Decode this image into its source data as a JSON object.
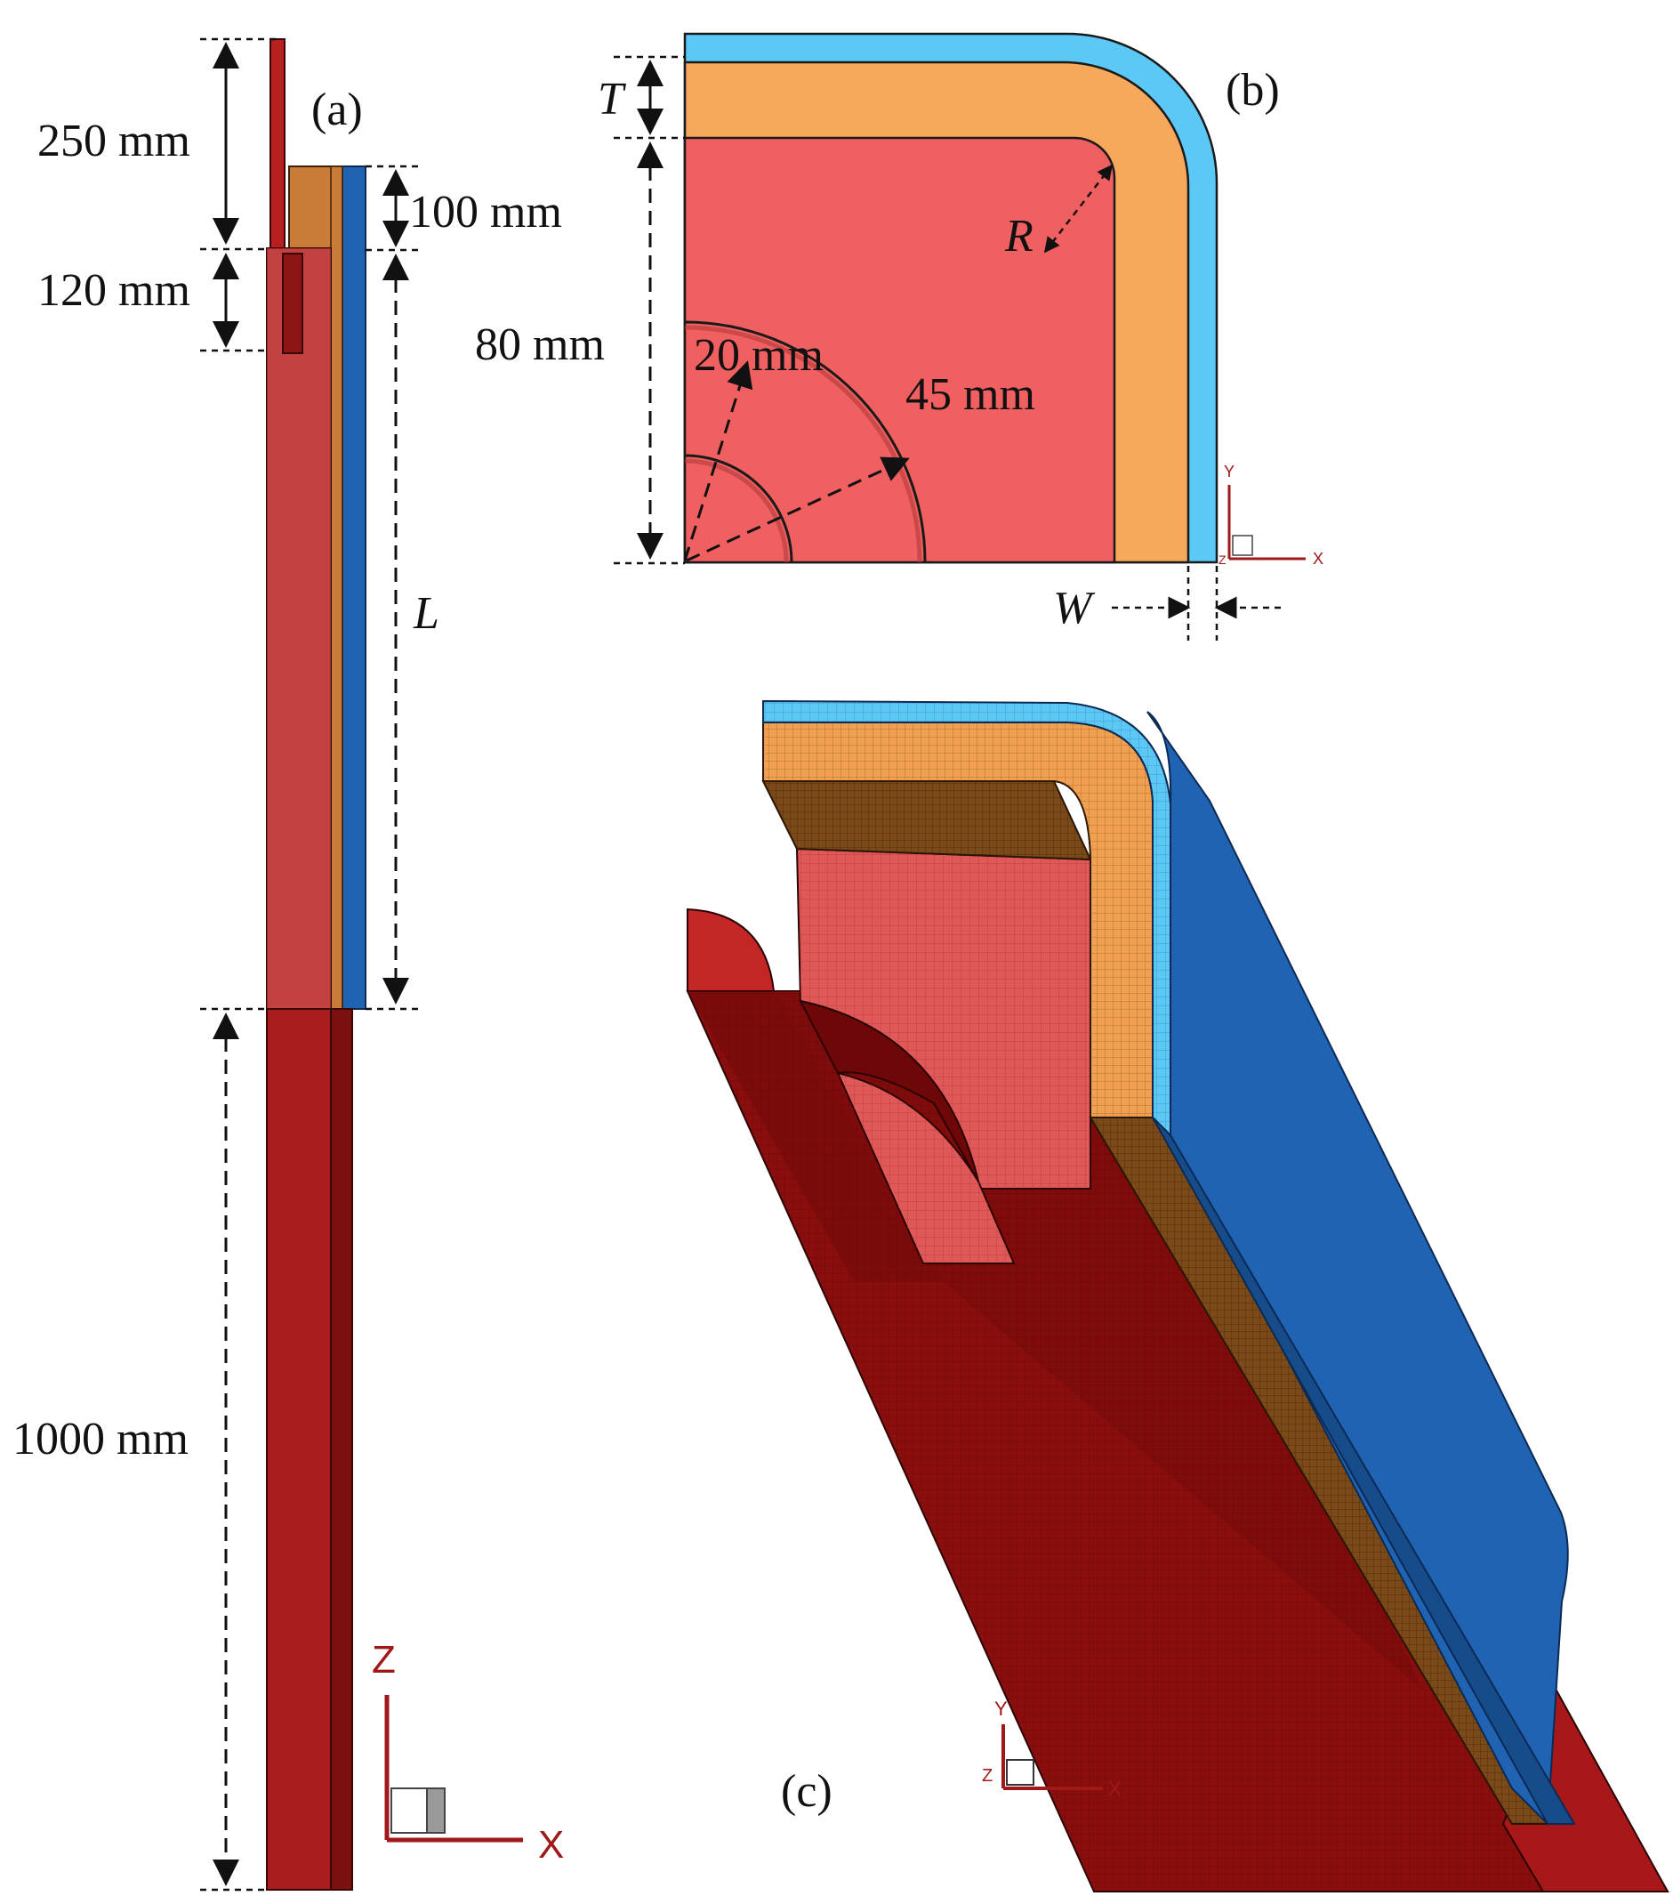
{
  "panel_a": {
    "tag": "(a)",
    "dims": {
      "d250": "250 mm",
      "d100": "100 mm",
      "d120": "120 mm",
      "L": "L",
      "d1000": "1000 mm"
    },
    "axes": {
      "z": "Z",
      "x": "X"
    }
  },
  "panel_b": {
    "tag": "(b)",
    "dims": {
      "T": "T",
      "d80": "80 mm",
      "d20": "20 mm",
      "d45": "45 mm",
      "R": "R",
      "W": "W"
    },
    "axes": {
      "y": "Y",
      "x": "X",
      "z": "Z"
    }
  },
  "panel_c": {
    "tag": "(c)",
    "axes": {
      "y": "Y",
      "x": "X",
      "z": "Z"
    }
  },
  "colors": {
    "steel_dark": "#a81c1c",
    "steel_red": "#b82222",
    "concrete": "#f06060",
    "grout": "#f7a85a",
    "grout_dark": "#c27830",
    "frp_light": "#5bc8f5",
    "frp_dark": "#1f63b2",
    "axis_red": "#a01818"
  }
}
